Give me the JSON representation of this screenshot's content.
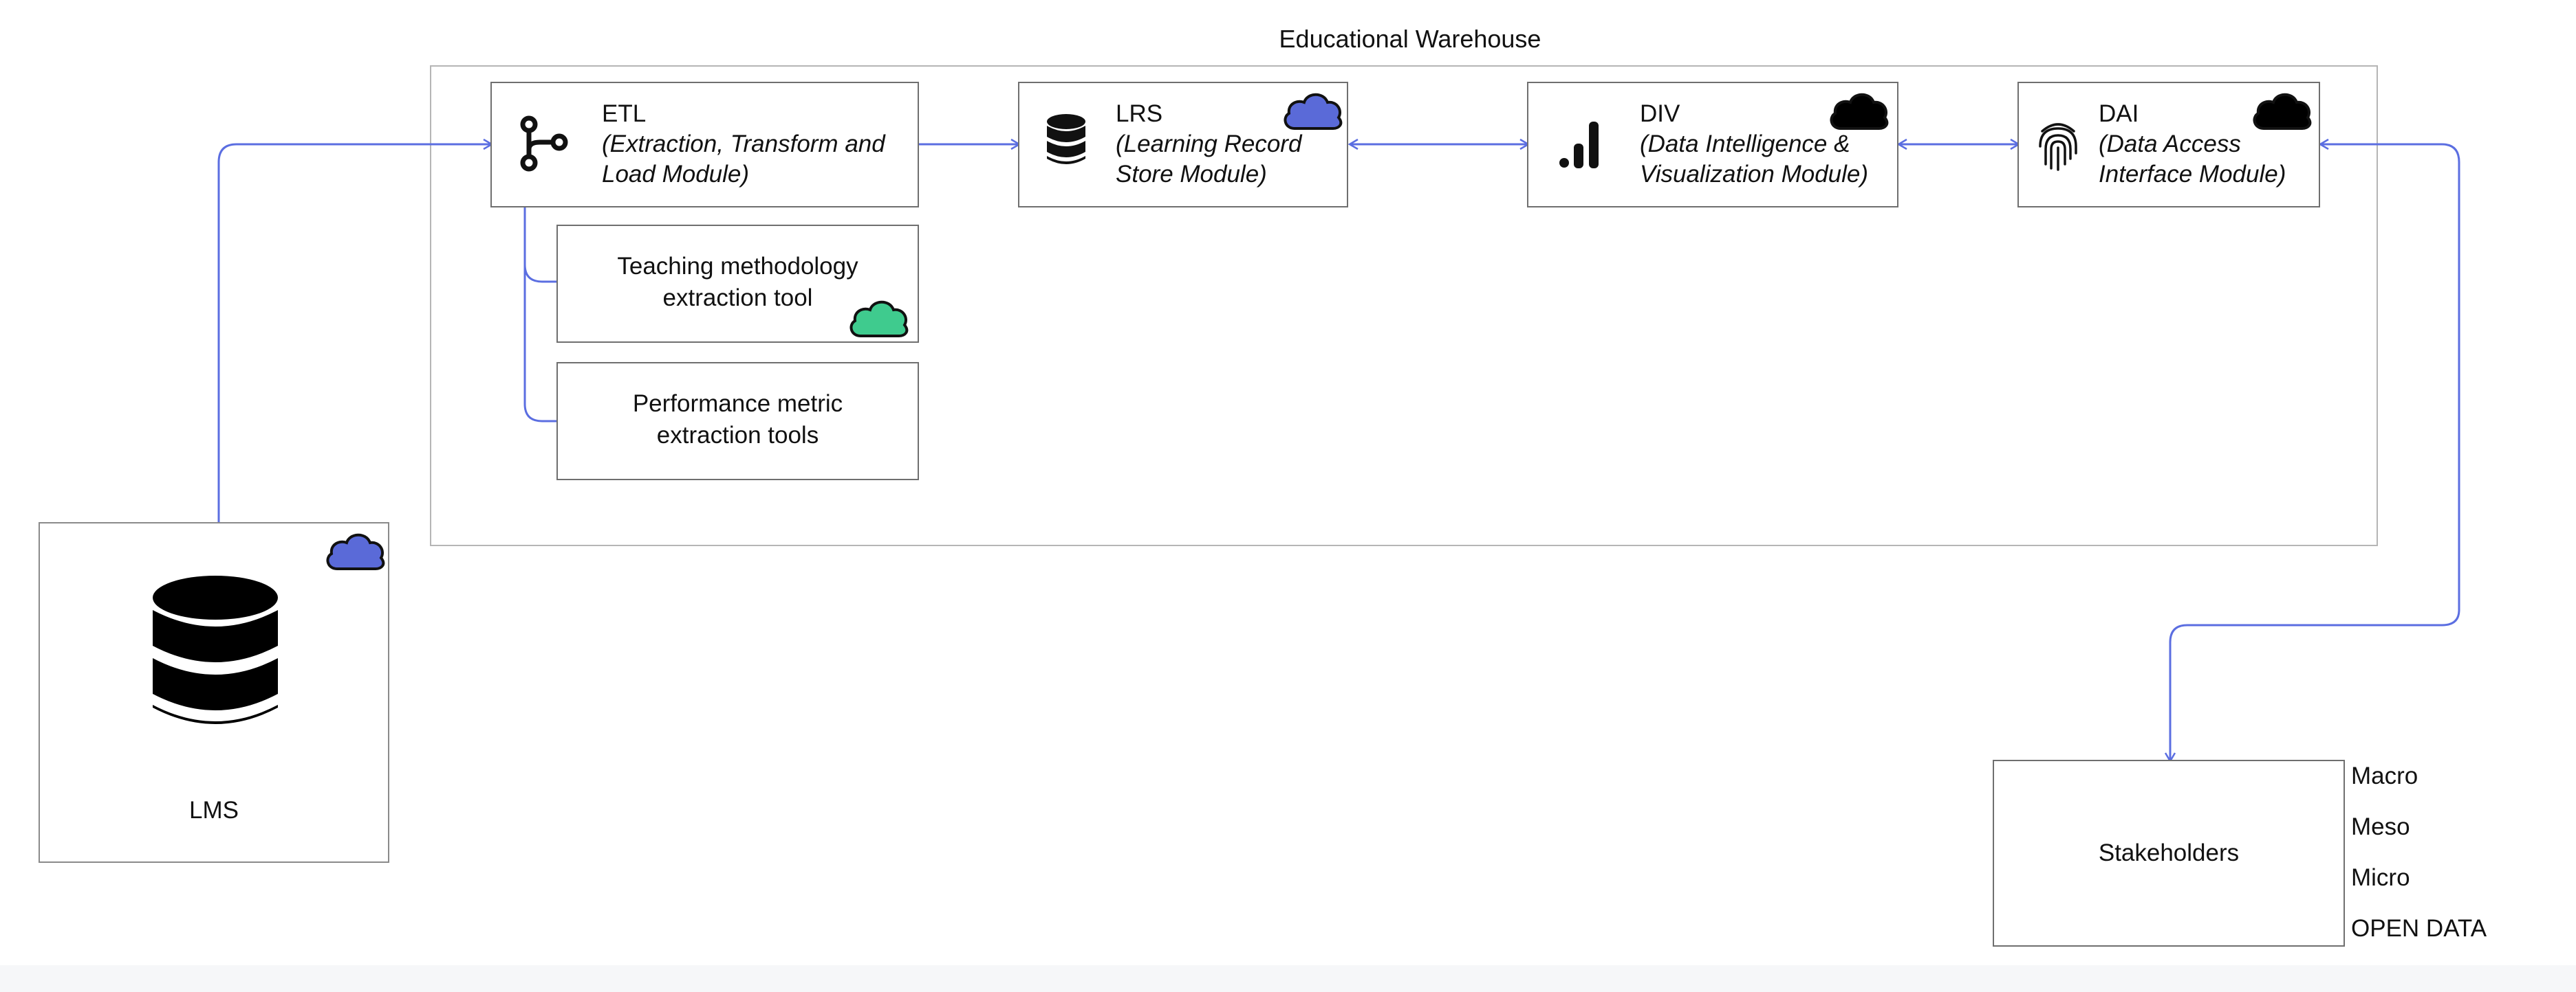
{
  "warehouse": {
    "title": "Educational Warehouse"
  },
  "modules": {
    "etl": {
      "title": "ETL",
      "subtitle": "(Extraction, Transform and",
      "subtitle2": "Load Module)",
      "icon": "branch-icon"
    },
    "lrs": {
      "title": "LRS",
      "subtitle": "(Learning Record",
      "subtitle2": "Store Module)",
      "icon": "database-icon",
      "cloud_color": "#5a6ad8"
    },
    "div": {
      "title": "DIV",
      "subtitle": "(Data Intelligence &",
      "subtitle2": "Visualization Module)",
      "icon": "bar-chart-icon",
      "cloud_color": "#000000"
    },
    "dai": {
      "title": "DAI",
      "subtitle": "(Data Access",
      "subtitle2": "Interface Module)",
      "icon": "fingerprint-icon",
      "cloud_color": "#000000"
    }
  },
  "tools": {
    "teaching": {
      "line1": "Teaching methodology",
      "line2": "extraction tool",
      "cloud_color": "#3fcb8e"
    },
    "performance": {
      "line1": "Performance metric",
      "line2": "extraction tools"
    }
  },
  "lms": {
    "label": "LMS",
    "icon": "database-icon",
    "cloud_color": "#5a6ad8"
  },
  "stakeholders": {
    "label": "Stakeholders",
    "levels": [
      "Macro",
      "Meso",
      "Micro",
      "OPEN DATA"
    ]
  },
  "colors": {
    "connector": "#5b6ee1",
    "box_border": "#6f6f6f",
    "warehouse_border": "#b5b5b5"
  }
}
